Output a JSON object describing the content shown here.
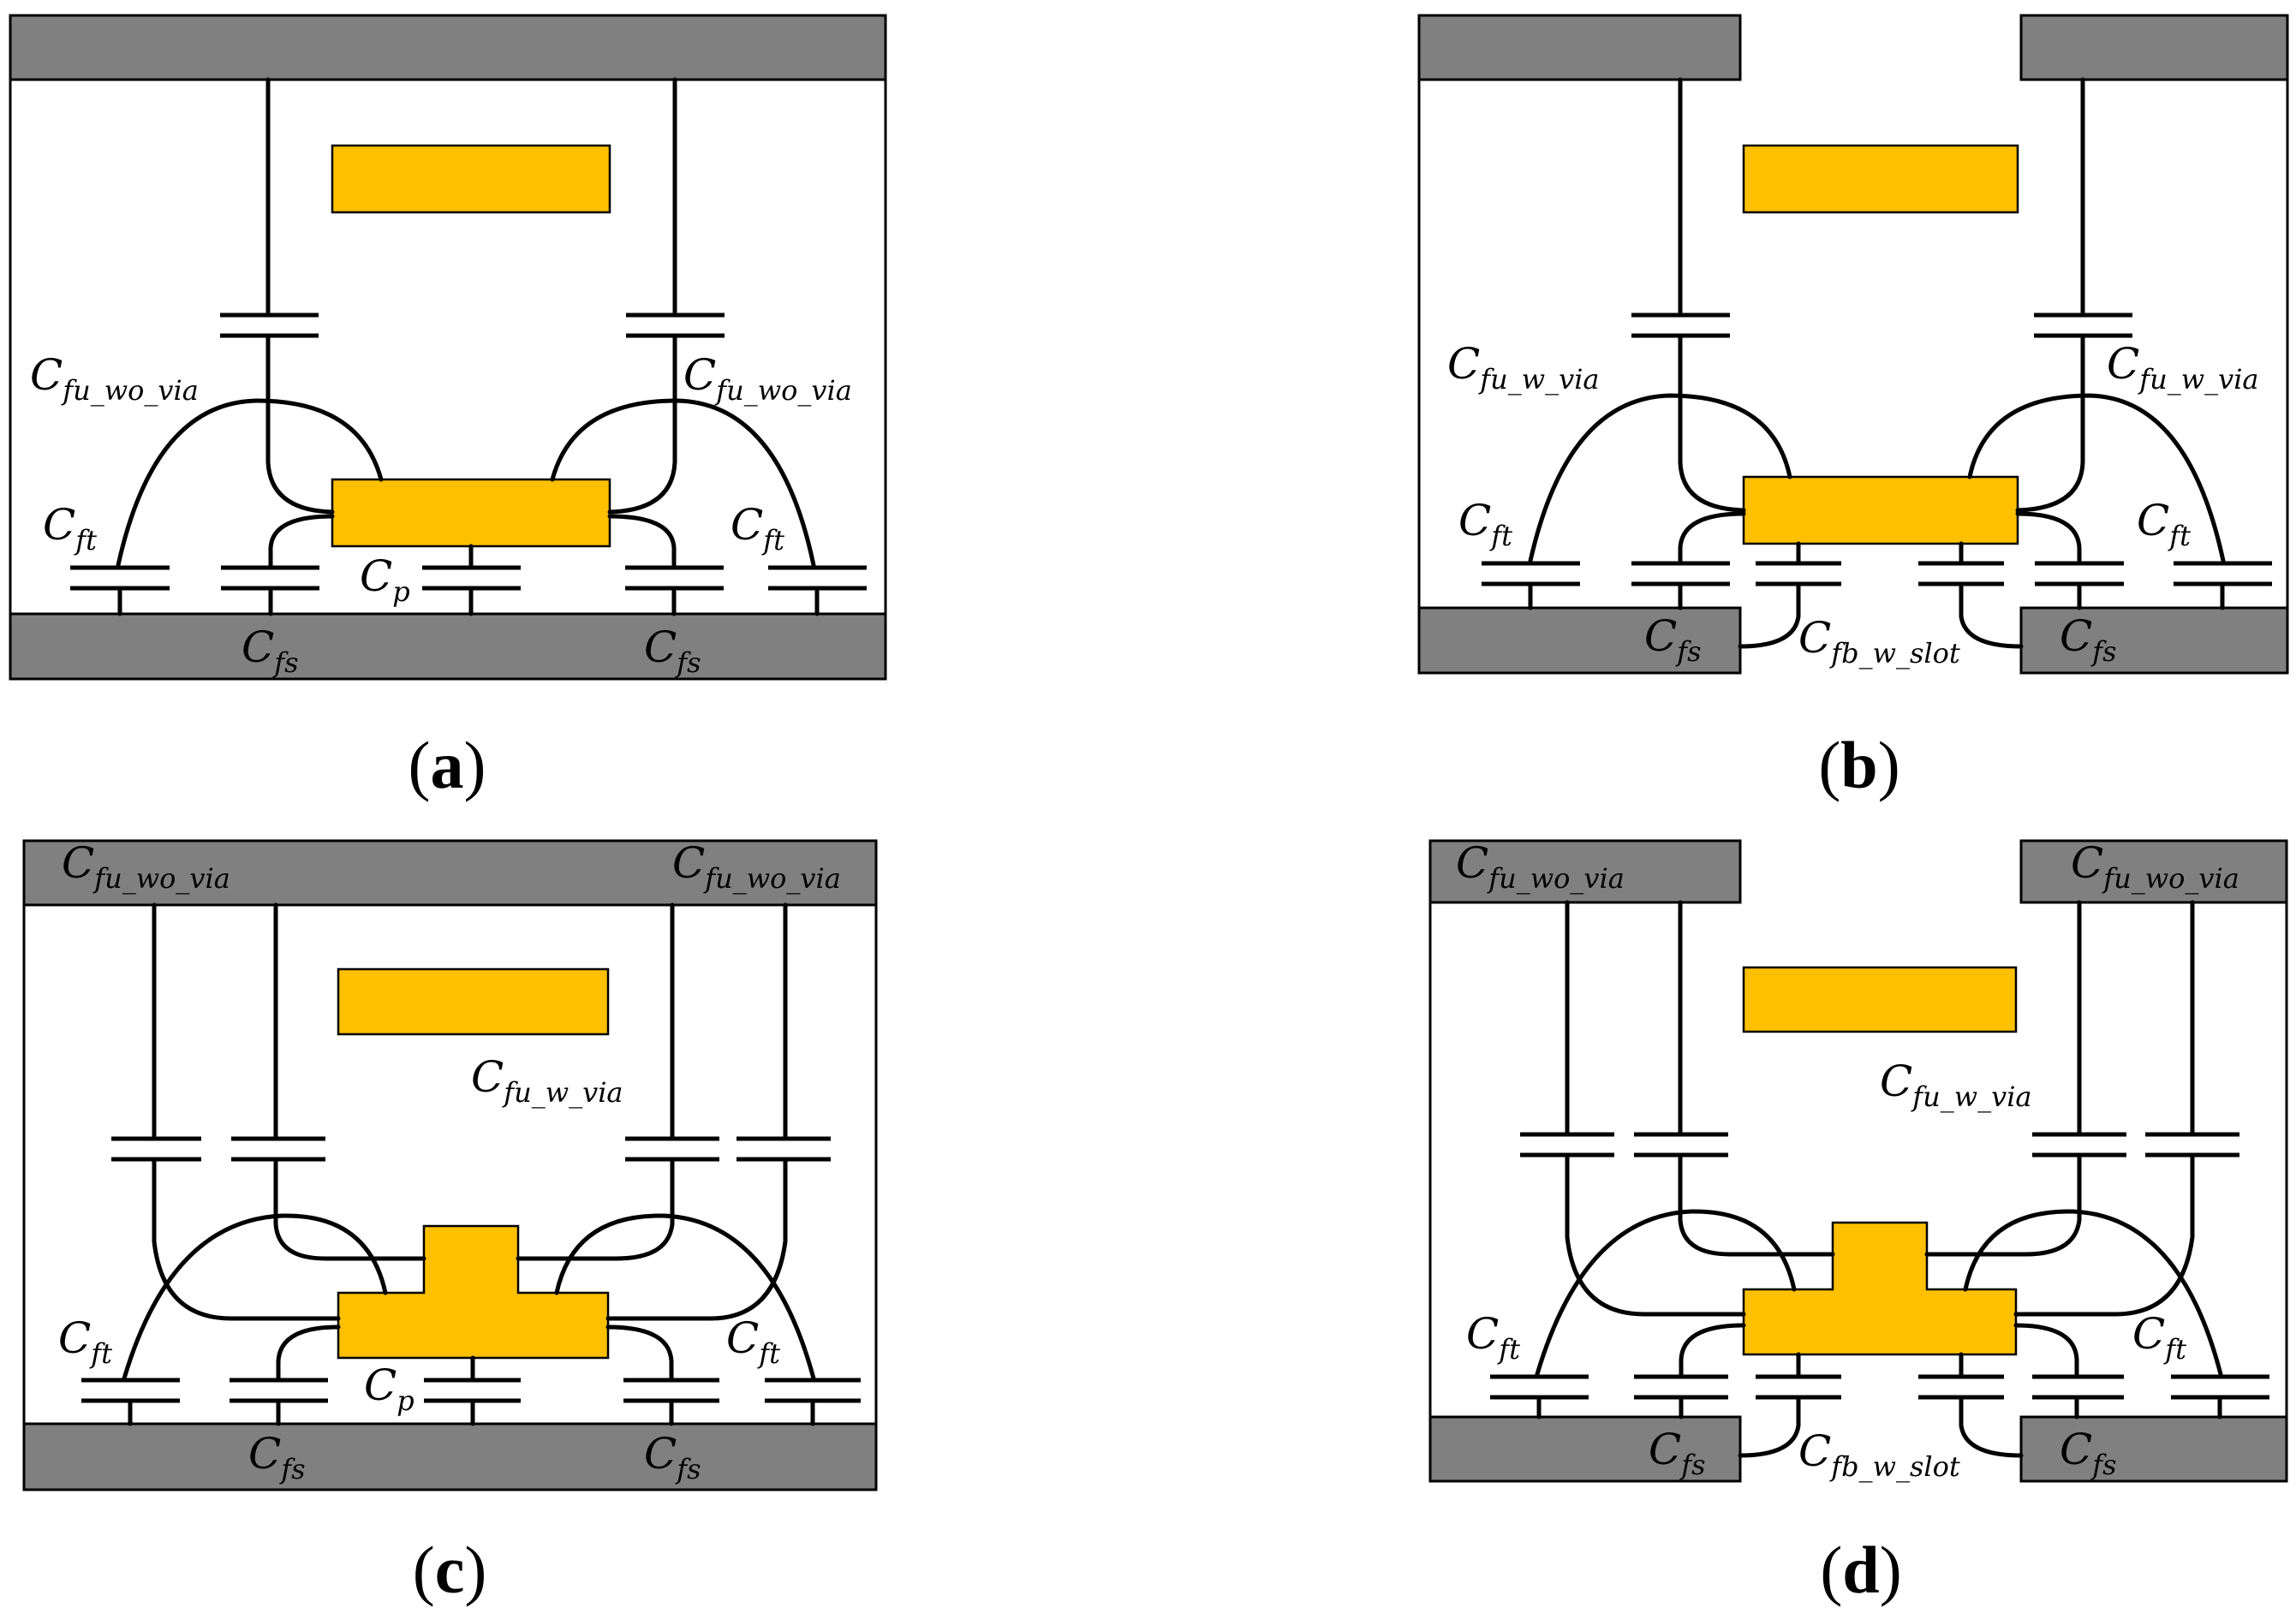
{
  "colors": {
    "ground": "#808080",
    "conductor": "#FFC000",
    "frame": "#000000",
    "background": "#FFFFFF"
  },
  "panels": [
    {
      "id": "a",
      "label": "a",
      "label_text": {
        "open": "(",
        "close": ")"
      },
      "labels": {
        "fu_left": {
          "main": "C",
          "sub": "fu_wo_via"
        },
        "fu_right": {
          "main": "C",
          "sub": "fu_wo_via"
        },
        "ft_left": {
          "main": "C",
          "sub": "ft"
        },
        "ft_right": {
          "main": "C",
          "sub": "ft"
        },
        "p": {
          "main": "C",
          "sub": "p"
        },
        "fs_left": {
          "main": "C",
          "sub": "fs"
        },
        "fs_right": {
          "main": "C",
          "sub": "fs"
        }
      }
    },
    {
      "id": "b",
      "label": "b",
      "label_text": {
        "open": "(",
        "close": ")"
      },
      "labels": {
        "fu_left": {
          "main": "C",
          "sub": "fu_w_via"
        },
        "fu_right": {
          "main": "C",
          "sub": "fu_w_via"
        },
        "ft_left": {
          "main": "C",
          "sub": "ft"
        },
        "ft_right": {
          "main": "C",
          "sub": "ft"
        },
        "fs_left": {
          "main": "C",
          "sub": "fs"
        },
        "fs_right": {
          "main": "C",
          "sub": "fs"
        },
        "fb": {
          "main": "C",
          "sub": "fb_w_slot"
        }
      }
    },
    {
      "id": "c",
      "label": "c",
      "label_text": {
        "open": "(",
        "close": ")"
      },
      "labels": {
        "top_left": {
          "main": "C",
          "sub": "fu_wo_via"
        },
        "top_right": {
          "main": "C",
          "sub": "fu_wo_via"
        },
        "fu_w": {
          "main": "C",
          "sub": "fu_w_via"
        },
        "ft_left": {
          "main": "C",
          "sub": "ft"
        },
        "ft_right": {
          "main": "C",
          "sub": "ft"
        },
        "p": {
          "main": "C",
          "sub": "p"
        },
        "fs_left": {
          "main": "C",
          "sub": "fs"
        },
        "fs_right": {
          "main": "C",
          "sub": "fs"
        }
      }
    },
    {
      "id": "d",
      "label": "d",
      "label_text": {
        "open": "(",
        "close": ")"
      },
      "labels": {
        "top_left": {
          "main": "C",
          "sub": "fu_wo_via"
        },
        "top_right": {
          "main": "C",
          "sub": "fu_wo_via"
        },
        "fu_w": {
          "main": "C",
          "sub": "fu_w_via"
        },
        "ft_left": {
          "main": "C",
          "sub": "ft"
        },
        "ft_right": {
          "main": "C",
          "sub": "ft"
        },
        "fs_left": {
          "main": "C",
          "sub": "fs"
        },
        "fs_right": {
          "main": "C",
          "sub": "fs"
        },
        "fb": {
          "main": "C",
          "sub": "fb_w_slot"
        }
      }
    }
  ]
}
